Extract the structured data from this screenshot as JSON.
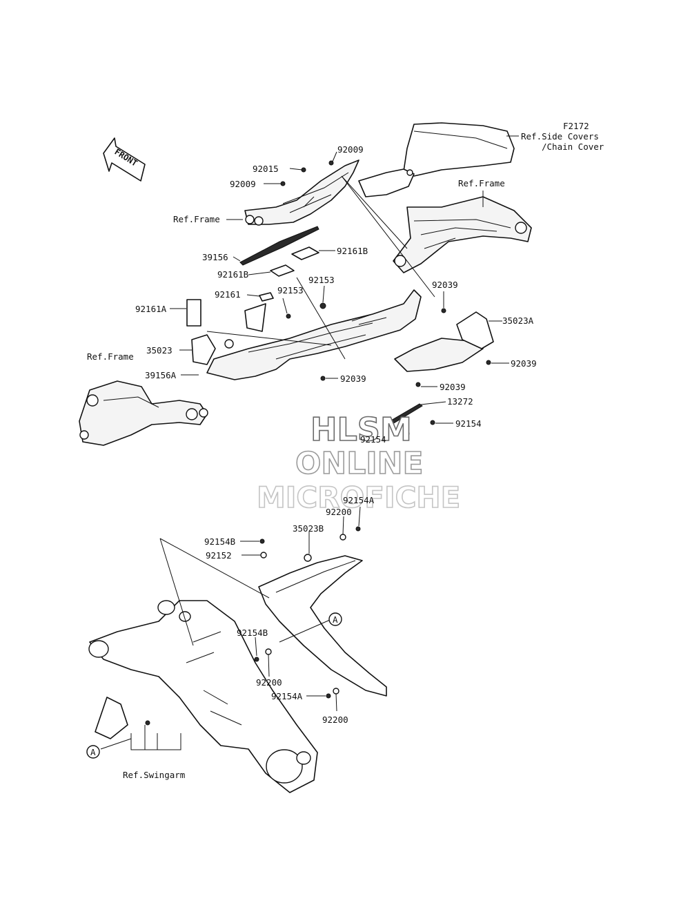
{
  "figure_code": "F2172",
  "front_arrow": "FRONT",
  "watermark": {
    "line1": "HLSM",
    "line2": "ONLINE",
    "line3": "MICROFICHE"
  },
  "labels": {
    "ref_side_covers_1": "Ref.Side Covers",
    "ref_side_covers_2": "/Chain Cover",
    "ref_frame_top_right": "Ref.Frame",
    "ref_frame_left_upper": "Ref.Frame",
    "ref_frame_left_lower": "Ref.Frame",
    "ref_swingarm": "Ref.Swingarm",
    "p92009_top": "92009",
    "p92015": "92015",
    "p92009_left": "92009",
    "p39156": "39156",
    "p92161B_right": "92161B",
    "p92161B_left": "92161B",
    "p92153_right": "92153",
    "p92153_left": "92153",
    "p92161": "92161",
    "p92161A": "92161A",
    "p92039_upper": "92039",
    "p35023A": "35023A",
    "p92039_right": "92039",
    "p35023": "35023",
    "p39156A": "39156A",
    "p92039_lower": "92039",
    "p92039_bottom": "92039",
    "p13272": "13272",
    "p92154_right": "92154",
    "p92154_center": "92154",
    "p92154A_top": "92154A",
    "p92200_top": "92200",
    "p35023B": "35023B",
    "p92154B_top": "92154B",
    "p92152": "92152",
    "p92154B_mid": "92154B",
    "p92200_mid": "92200",
    "p92154A_bottom": "92154A",
    "p92200_bottom": "92200",
    "callout_A_right": "A",
    "callout_A_left": "A"
  }
}
